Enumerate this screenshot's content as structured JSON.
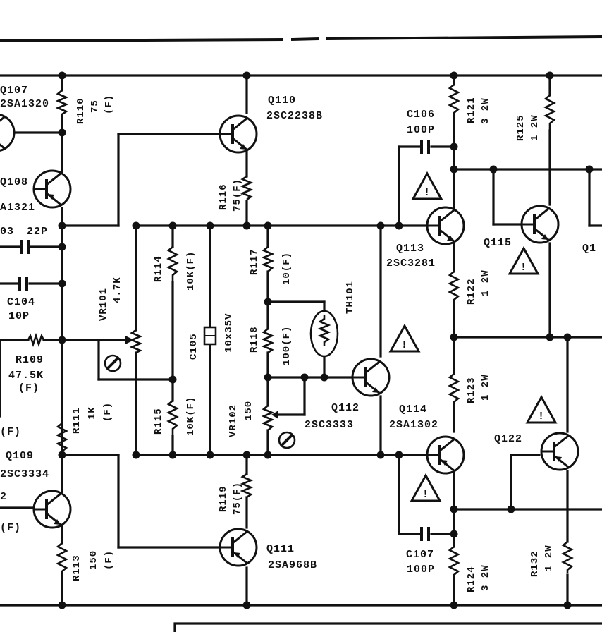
{
  "transistors": {
    "q107": {
      "ref": "Q107",
      "part": "2SA1320"
    },
    "q108": {
      "ref": "Q108",
      "part": "A1321"
    },
    "q109": {
      "ref": "Q109",
      "part": "2SC3334"
    },
    "q110": {
      "ref": "Q110",
      "part": "2SC2238B"
    },
    "q111": {
      "ref": "Q111",
      "part": "2SA968B"
    },
    "q112": {
      "ref": "Q112",
      "part": "2SC3333"
    },
    "q113": {
      "ref": "Q113",
      "part": "2SC3281"
    },
    "q114": {
      "ref": "Q114",
      "part": "2SA1302"
    },
    "q115": {
      "ref": "Q115"
    },
    "q122": {
      "ref": "Q122"
    },
    "q1x": {
      "ref": "Q1"
    }
  },
  "resistors": {
    "r109": {
      "ref": "R109",
      "value": "47.5K",
      "tol": "(F)"
    },
    "r110": {
      "ref": "R110",
      "value": "75",
      "tol": "(F)"
    },
    "r111": {
      "ref": "R111",
      "value": "1K",
      "tol": "(F)"
    },
    "r113": {
      "ref": "R113",
      "value": "150",
      "tol": "(F)"
    },
    "r114": {
      "ref": "R114",
      "value": "10K(F)"
    },
    "r115": {
      "ref": "R115",
      "value": "10K(F)"
    },
    "r116": {
      "ref": "R116",
      "value": "75(F)"
    },
    "r117": {
      "ref": "R117",
      "value": "10(F)"
    },
    "r118": {
      "ref": "R118",
      "value": "100(F)"
    },
    "r119": {
      "ref": "R119",
      "value": "75(F)"
    },
    "r121": {
      "ref": "R121",
      "value": "3 2W"
    },
    "r122": {
      "ref": "R122",
      "value": "1 2W"
    },
    "r123": {
      "ref": "R123",
      "value": "1 2W"
    },
    "r124": {
      "ref": "R124",
      "value": "3 2W"
    },
    "r125": {
      "ref": "R125",
      "value": "1 2W"
    },
    "r132": {
      "ref": "R132",
      "value": "1 2W"
    }
  },
  "capacitors": {
    "c103": {
      "ref": "03",
      "value": "22P"
    },
    "c104": {
      "ref": "C104",
      "value": "10P"
    },
    "c105": {
      "ref": "C105",
      "value": "10x35V"
    },
    "c106": {
      "ref": "C106",
      "value": "100P"
    },
    "c107": {
      "ref": "C107",
      "value": "100P"
    }
  },
  "pots": {
    "vr101": {
      "ref": "VR101",
      "value": "4.7K"
    },
    "vr102": {
      "ref": "VR102",
      "value": "150"
    }
  },
  "thermistor": {
    "ref": "TH101"
  },
  "fragments": {
    "f1": "(F)",
    "f2": "2",
    "f3": "(F)"
  },
  "warning_symbol": "!"
}
